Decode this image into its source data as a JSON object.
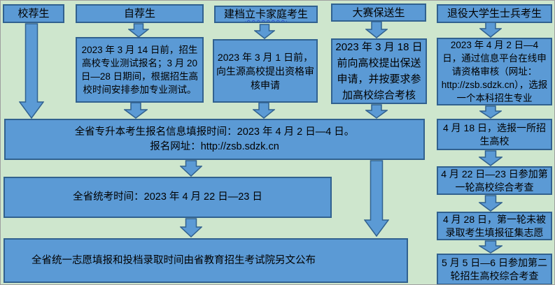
{
  "colors": {
    "background": "#cee6cd",
    "box_fill": "#5b9ad5",
    "box_border": "#31618f",
    "text": "#000000",
    "wavy_underline": "#2f52c8"
  },
  "columns": [
    {
      "header": "校荐生"
    },
    {
      "header": "自荐生",
      "step": "2023 年 3 月 14 日前，招生高校专业测试报名；3 月 20 日—28 日期间，根据招生高校时间安排参加专业测试。"
    },
    {
      "header_pre": "建档",
      "header_wavy": "立卡家庭",
      "header_post": "考生",
      "step": "2023 年 3 月 1 日前，向生源高校提出资格审核申请"
    },
    {
      "header": "大赛保送生",
      "step": "2023 年 3 月 18 日前向高校提出保送申请，并按要求参加高校综合考核"
    },
    {
      "header": "退役大学生士兵考生",
      "step": "2023 年 4 月 2 日—4 日，通过信息平台在线申请资格审核（网址：http://zsb.sdzk.cn），选报一个本科招生专业"
    }
  ],
  "main_flow": {
    "registration_line1": "全省专升本考生报名信息填报时间：2023 年 4 月 2 日—4 日。",
    "registration_line2": "报名网址：http://zsb.sdzk.cn",
    "unified_exam": "全省统考时间：2023 年 4 月 22 日—23 日",
    "admission_notice": "全省统一志愿填报和投档录取时间由省教育招生考试院另文公布"
  },
  "veteran_flow": [
    {
      "step": "4 月 18 日，选报一所招生高校"
    },
    {
      "step": "4 月 22 日—23 日参加第一轮高校综合考查"
    },
    {
      "step": "4 月 28 日，第一轮未被录取考生填报征集志愿"
    },
    {
      "step": "5 月 5 日—6 日参加第二轮招生高校综合考查"
    }
  ]
}
